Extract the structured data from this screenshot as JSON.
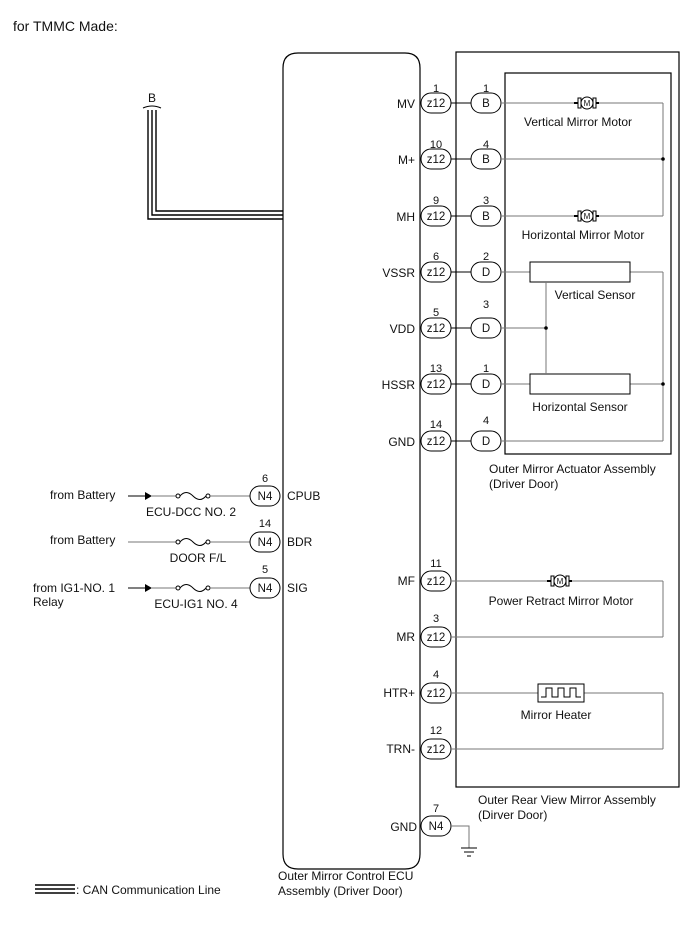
{
  "header": "for TMMC  Made:",
  "ecu": {
    "line1": "Outer Mirror Control ECU",
    "line2": "Assembly (Driver Door)"
  },
  "bus": {
    "label": "B"
  },
  "ecu_pins": [
    {
      "num": "1",
      "conn": "z12",
      "name": "MV",
      "apin": "1",
      "acode": "B"
    },
    {
      "num": "10",
      "conn": "z12",
      "name": "M+",
      "apin": "4",
      "acode": "B"
    },
    {
      "num": "9",
      "conn": "z12",
      "name": "MH",
      "apin": "3",
      "acode": "B"
    },
    {
      "num": "6",
      "conn": "z12",
      "name": "VSSR",
      "apin": "2",
      "acode": "D"
    },
    {
      "num": "5",
      "conn": "z12",
      "name": "VDD",
      "apin": "3",
      "acode": "D"
    },
    {
      "num": "13",
      "conn": "z12",
      "name": "HSSR",
      "apin": "1",
      "acode": "D"
    },
    {
      "num": "14",
      "conn": "z12",
      "name": "GND",
      "apin": "4",
      "acode": "D"
    }
  ],
  "lower_pins": [
    {
      "num": "11",
      "conn": "z12",
      "name": "MF"
    },
    {
      "num": "3",
      "conn": "z12",
      "name": "MR"
    },
    {
      "num": "4",
      "conn": "z12",
      "name": "HTR+"
    },
    {
      "num": "12",
      "conn": "z12",
      "name": "TRN-"
    }
  ],
  "gnd_pin": {
    "num": "7",
    "conn": "N4",
    "name": "GND"
  },
  "power_inputs": [
    {
      "source": "from Battery",
      "source2": "",
      "fuse": "ECU-DCC NO. 2",
      "num": "6",
      "conn": "N4",
      "name": "CPUB"
    },
    {
      "source": "from Battery",
      "source2": "",
      "fuse": "DOOR F/L",
      "num": "14",
      "conn": "N4",
      "name": "BDR"
    },
    {
      "source": "from IG1-NO. 1",
      "source2": "Relay",
      "fuse": "ECU-IG1 NO. 4",
      "num": "5",
      "conn": "N4",
      "name": "SIG"
    }
  ],
  "actuator": {
    "vertical_motor": "Vertical Mirror Motor",
    "horizontal_motor": "Horizontal Mirror Motor",
    "vertical_sensor": "Vertical Sensor",
    "horizontal_sensor": "Horizontal Sensor",
    "assembly_line1": "Outer Mirror Actuator Assembly",
    "assembly_line2": "(Driver Door)"
  },
  "mirror": {
    "retract_motor": "Power Retract Mirror Motor",
    "heater": "Mirror Heater",
    "assembly_line1": "Outer Rear View Mirror Assembly",
    "assembly_line2": "(Dirver Door)"
  },
  "legend": {
    "label": ": CAN Communication Line"
  }
}
